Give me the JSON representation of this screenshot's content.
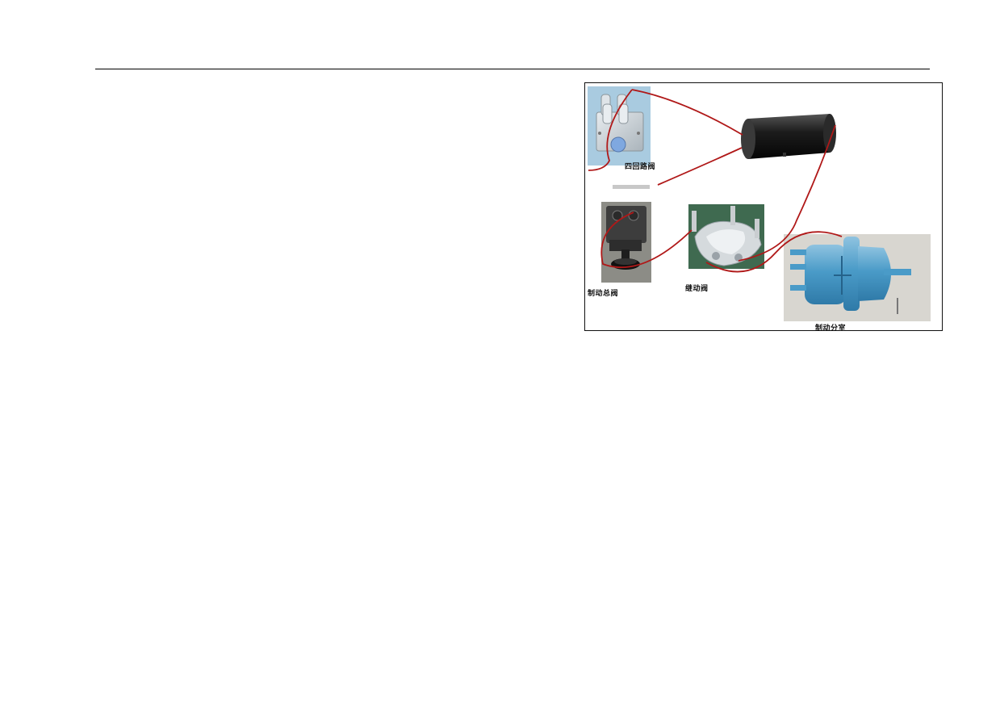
{
  "figure": {
    "components": {
      "four_circuit_valve": "四回路阀",
      "brake_master_valve": "制动总阀",
      "relay_valve": "继动阀",
      "brake_chamber": "制动分室"
    }
  }
}
